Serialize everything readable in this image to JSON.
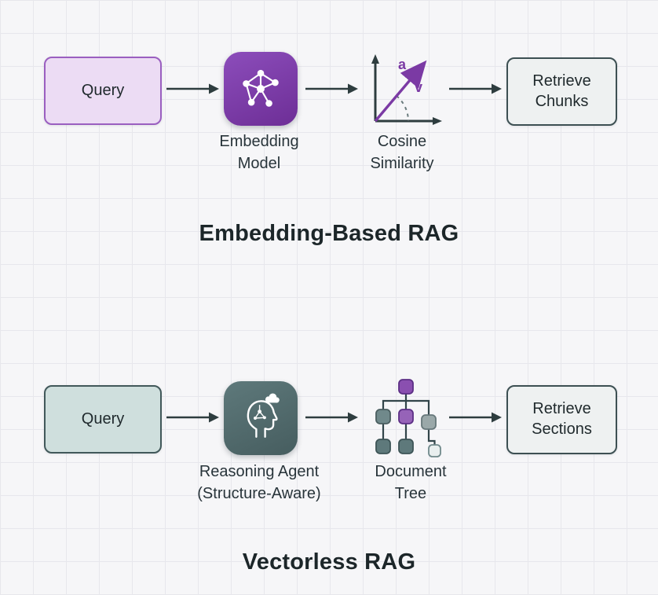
{
  "colors": {
    "purple_accent": "#7b3aa4",
    "purple_box_fill": "#ecdcf4",
    "purple_box_border": "#9a5fc0",
    "teal_tile": "#51696b",
    "teal_box_fill": "#cfdfdd",
    "teal_box_border": "#41585a",
    "result_box_fill": "#eef1f1",
    "result_box_border": "#3d5053",
    "arrow": "#2e3d3f",
    "background": "#f6f6f8",
    "grid_line": "#e7e7ec"
  },
  "embedding_flow": {
    "title": "Embedding-Based RAG",
    "query_label": "Query",
    "model_caption_line1": "Embedding",
    "model_caption_line2": "Model",
    "similarity_caption_line1": "Cosine",
    "similarity_caption_line2": "Similarity",
    "vector_label_a": "a",
    "vector_label_v": "v",
    "result_line1": "Retrieve",
    "result_line2": "Chunks"
  },
  "vectorless_flow": {
    "title": "Vectorless RAG",
    "query_label": "Query",
    "agent_caption_line1": "Reasoning Agent",
    "agent_caption_line2": "(Structure-Aware)",
    "tree_caption_line1": "Document",
    "tree_caption_line2": "Tree",
    "result_line1": "Retrieve",
    "result_line2": "Sections"
  }
}
